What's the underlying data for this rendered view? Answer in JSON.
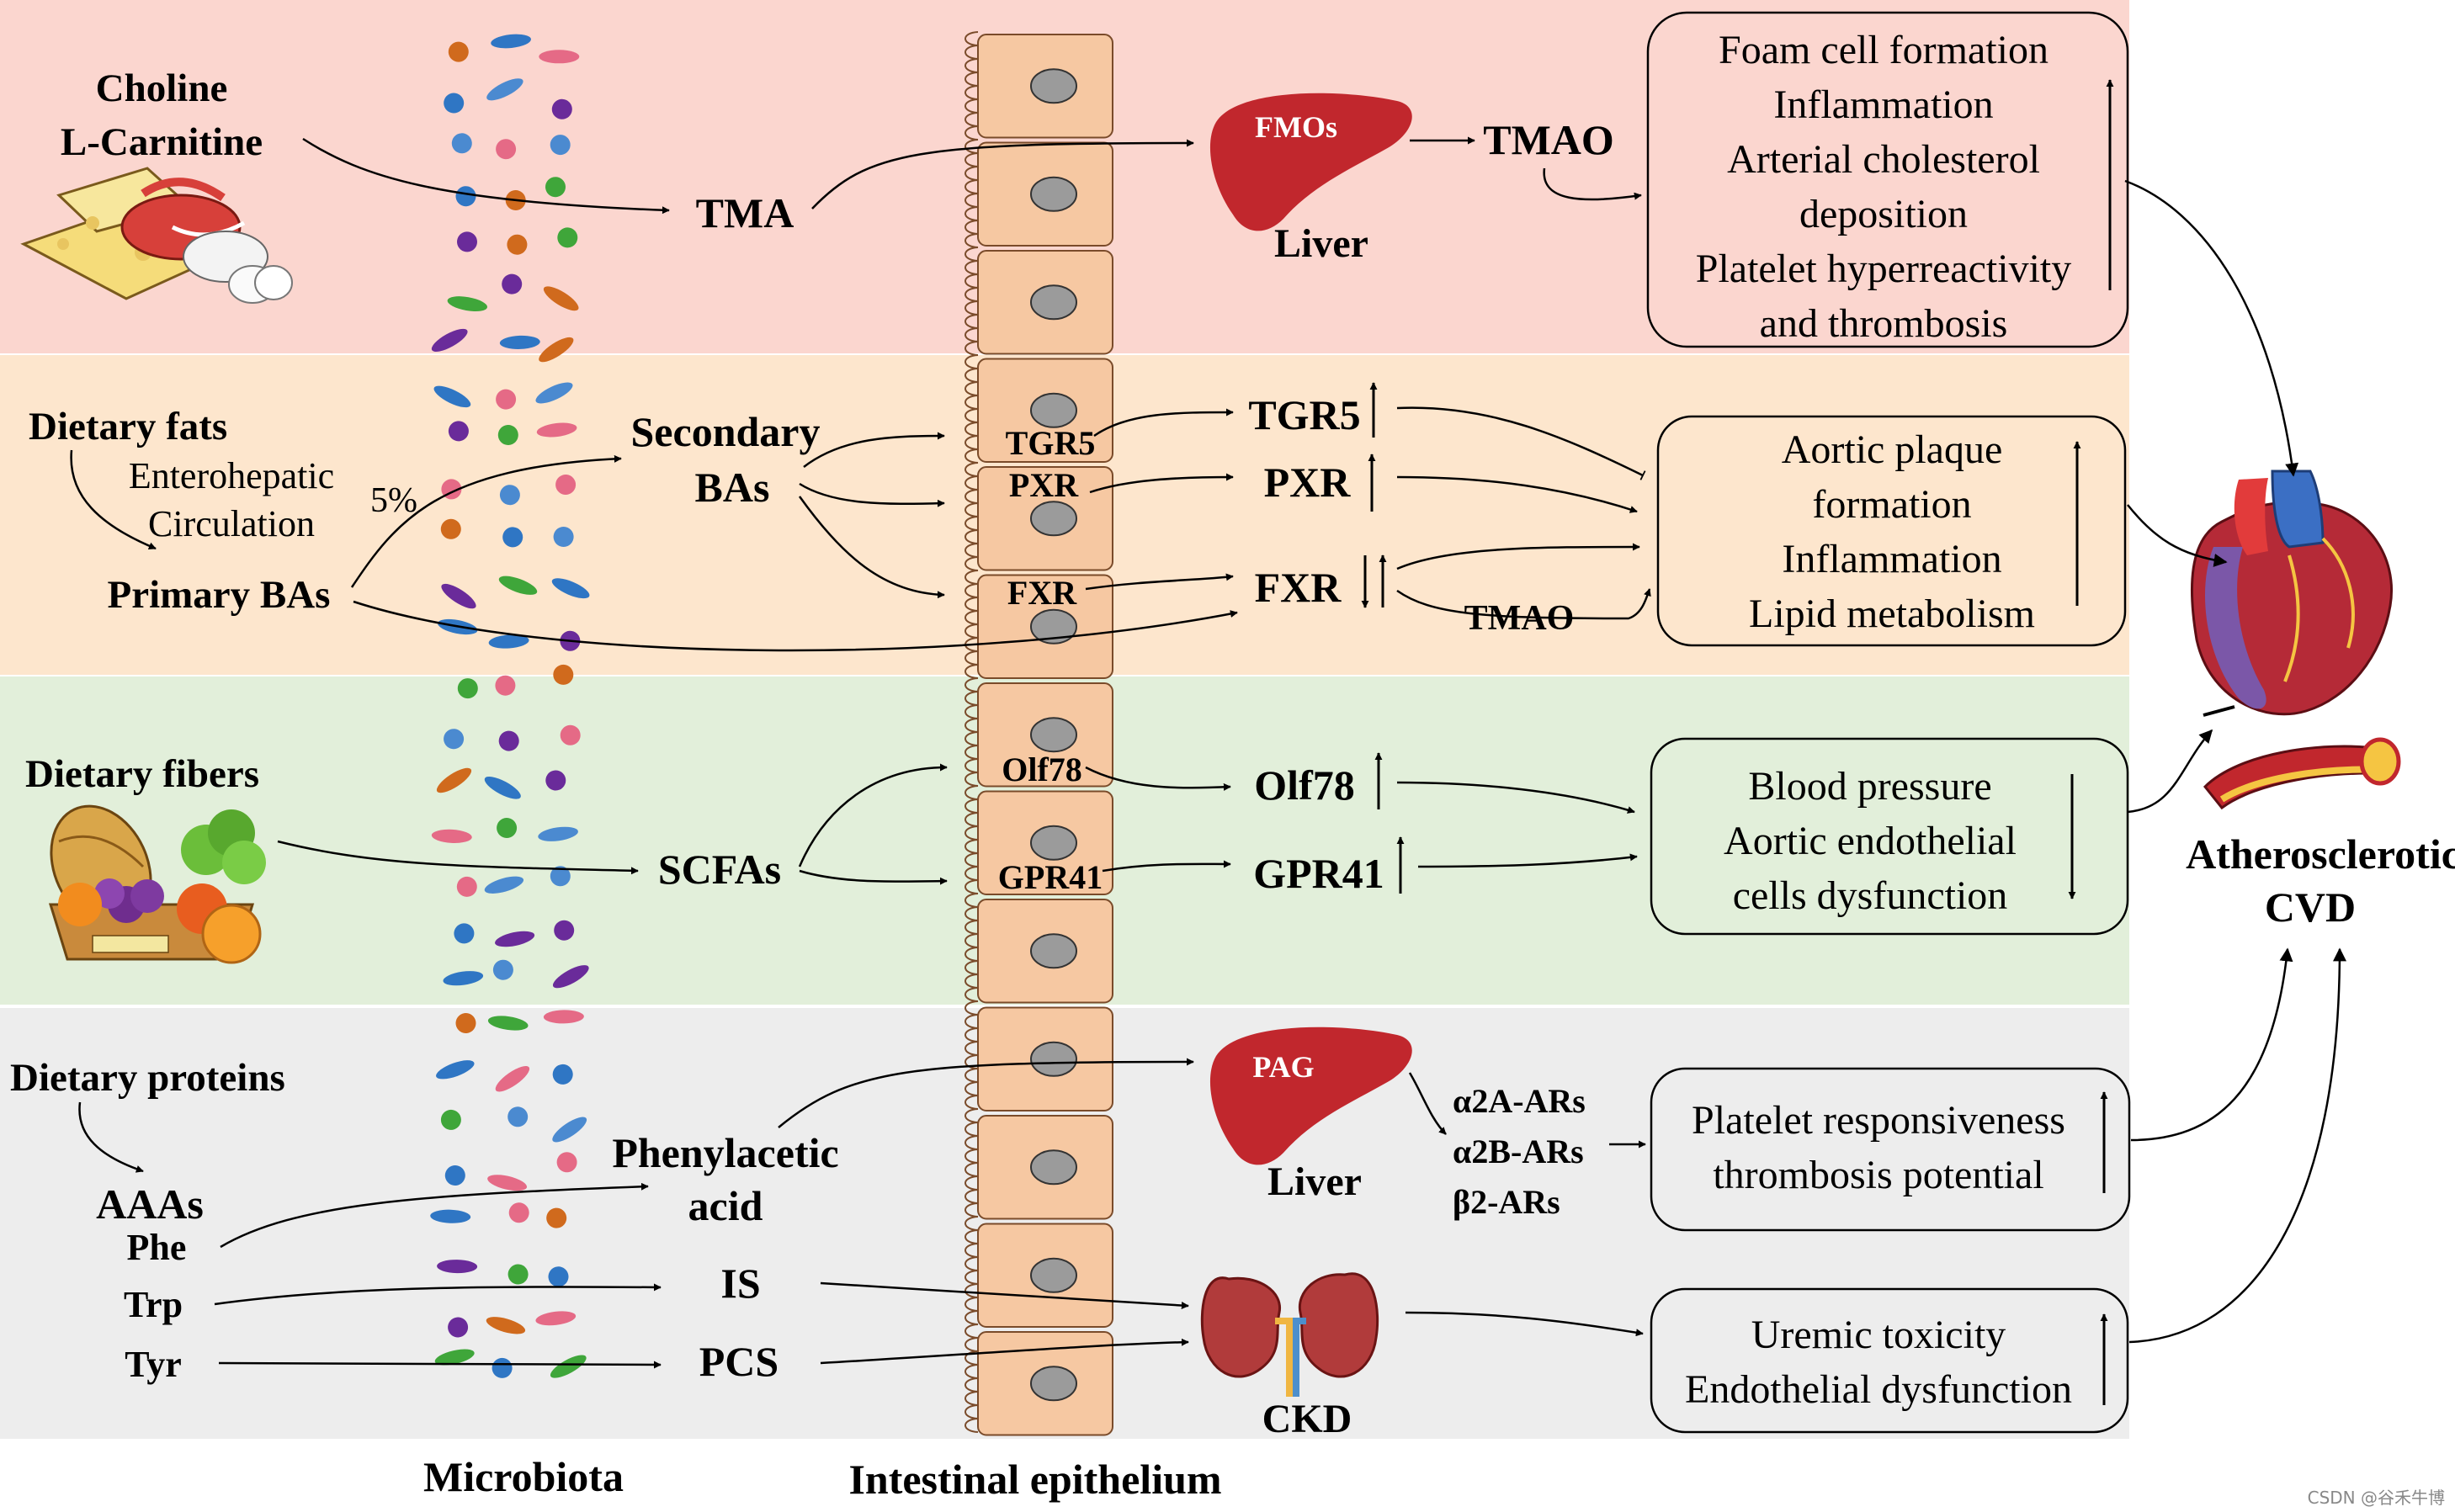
{
  "bands": {
    "tma": "#fbd6cf",
    "ba": "#fde6cd",
    "scfa": "#e2efda",
    "protein": "#ededed"
  },
  "bottom_labels": {
    "microbiota": "Microbiota",
    "epithelium": "Intestinal epithelium"
  },
  "tma_row": {
    "source_line1": "Choline",
    "source_line2": "L-Carnitine",
    "tma": "TMA",
    "fmos": "FMOs",
    "liver": "Liver",
    "tmao": "TMAO",
    "effects": [
      "Foam cell formation",
      "Inflammation",
      "Arterial cholesterol",
      "deposition",
      "Platelet hyperreactivity",
      "and thrombosis"
    ]
  },
  "ba_row": {
    "dietary_fats": "Dietary fats",
    "enterohepatic_line1": "Enterohepatic",
    "enterohepatic_line2": "Circulation",
    "five_percent": "5%",
    "primary_bas": "Primary BAs",
    "secondary_line1": "Secondary",
    "secondary_line2": "BAs",
    "tgr5_cell": "TGR5",
    "pxr_cell": "PXR",
    "fxr_cell": "FXR",
    "tgr5": "TGR5",
    "pxr": "PXR",
    "fxr": "FXR",
    "tmao": "TMAO",
    "effects": [
      "Aortic plaque",
      "formation",
      "Inflammation",
      "Lipid metabolism"
    ]
  },
  "scfa_row": {
    "dietary_fibers": "Dietary fibers",
    "scfas": "SCFAs",
    "olf78_cell": "Olf78",
    "gpr41_cell": "GPR41",
    "olf78": "Olf78",
    "gpr41": "GPR41",
    "effects": [
      "Blood pressure",
      "Aortic endothelial",
      "cells dysfunction"
    ]
  },
  "protein_row": {
    "dietary_proteins": "Dietary proteins",
    "aaas": "AAAs",
    "phe": "Phe",
    "trp": "Trp",
    "tyr": "Tyr",
    "phenylacetic_line1": "Phenylacetic",
    "phenylacetic_line2": "acid",
    "is": "IS",
    "pcs": "PCS",
    "pag": "PAG",
    "liver": "Liver",
    "receptors": [
      "α2A-ARs",
      "α2B-ARs",
      "β2-ARs"
    ],
    "ckd": "CKD",
    "platelet_effects": [
      "Platelet responsiveness",
      "thrombosis potential"
    ],
    "uremic_effects": [
      "Uremic toxicity",
      "Endothelial dysfunction"
    ]
  },
  "outcome": {
    "line1": "Atherosclerotic",
    "line2": "CVD"
  },
  "watermark": "CSDN @谷禾牛博"
}
